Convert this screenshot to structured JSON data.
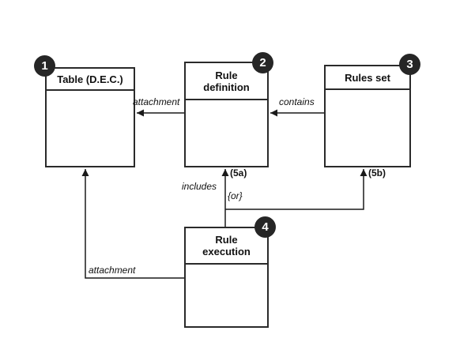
{
  "nodes": [
    {
      "number": "1",
      "title": "Table (D.E.C.)"
    },
    {
      "number": "2",
      "title": "Rule definition"
    },
    {
      "number": "3",
      "title": "Rules set"
    },
    {
      "number": "4",
      "title": "Rule execution"
    }
  ],
  "edges": [
    {
      "from": "Rule definition",
      "to": "Table (D.E.C.)",
      "label": "attachment"
    },
    {
      "from": "Rules set",
      "to": "Rule definition",
      "label": "contains"
    },
    {
      "from": "Rule execution",
      "to": "Rule definition",
      "label": "includes",
      "annotation": "(5a)"
    },
    {
      "from": "Rule execution",
      "to": "Rules set",
      "label": "{or}",
      "annotation": "(5b)"
    },
    {
      "from": "Rule execution",
      "to": "Table (D.E.C.)",
      "label": "attachment"
    }
  ],
  "colors": {
    "background": "#ffffff",
    "node_border": "#2a2a2a",
    "line": "#1a1a1a",
    "badge_bg": "#262626",
    "badge_text": "#ffffff"
  }
}
